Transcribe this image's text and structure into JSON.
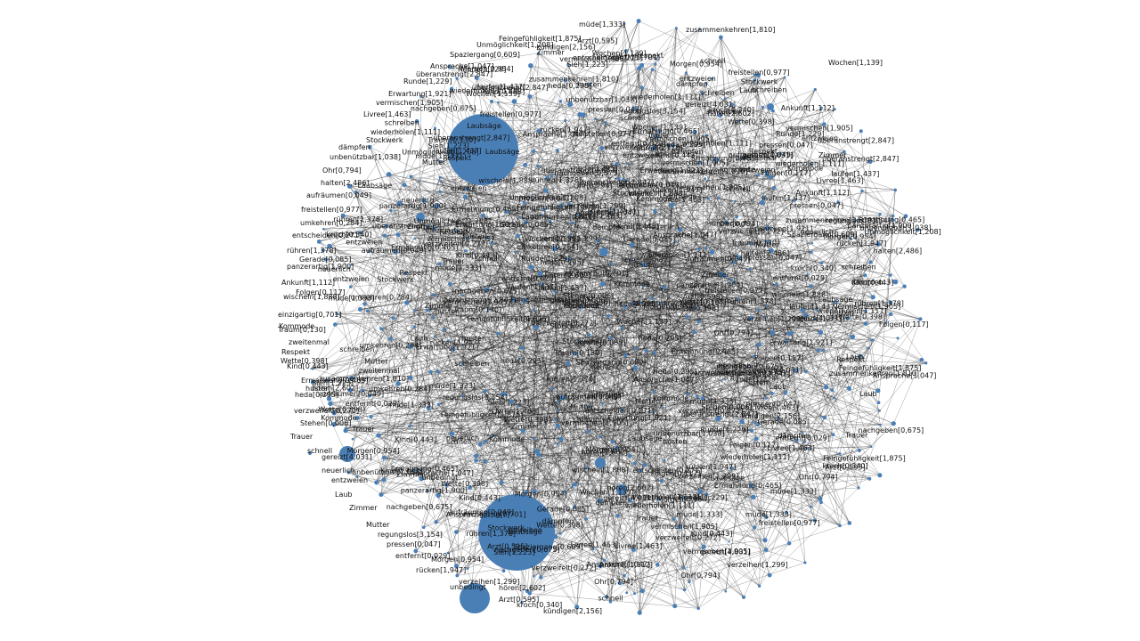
{
  "graph": {
    "node_color": "#4a7fb5",
    "label_color": "#111111",
    "labels": [
      "müde[1,333]",
      "zusammenkehren[1,810]",
      "Feingefühligkeit[1,875]",
      "Unmöglichkeit[1,208]",
      "Spaziergang[0,609]",
      "Ansprache[1,047]",
      "überanstrengt[2,847]",
      "Runde[1,229]",
      "laufen[1,437]",
      "Erwartung[1,921]",
      "vermischen[1,905]",
      "Livree[1,463]",
      "wiederholen[1,111]",
      "Stockwerk",
      "dämpfen",
      "unbenützbar[1,038]",
      "Ohr[0,794]",
      "halten[2,486]",
      "freistellen[0,977]",
      "aufräumen[0,049]",
      "umkehren[0,284]",
      "entscheiden[0,271]",
      "rühren[1,378]",
      "Gerade[0,085]",
      "panzerartig[1,900]",
      "Ankunft[1,112]",
      "Folgen[0,117]",
      "wischeln[1,888]",
      "einzigartig[0,701]",
      "Traum[0,130]",
      "Kommode",
      "zweitenmal",
      "Respekt",
      "Wette[0,398]",
      "Kind[0,443]",
      "Ermahnung[0,465]",
      "husten",
      "heda[0,295]",
      "verzweifelt[0,272]",
      "Stehen[0,006]",
      "Trauer",
      "schnell",
      "gereizt[4,031]",
      "neuerlich",
      "entzweien",
      "Laub",
      "Zimmer",
      "Mutter",
      "regungslos[3,154]",
      "pressen[0,047]",
      "entfernt[0,029]",
      "Morgen[0,954]",
      "rücken[1,947]",
      "verzeihen[1,299]",
      "unbedingt",
      "Arzt[0,595]",
      "kroch[0,340]",
      "kündigen[2,156]",
      "hören[2,602]",
      "schreiben",
      "nachgeben[0,675]",
      "Wochen[1,139]",
      "Laubsäge",
      "Sieh[1,223]"
    ]
  }
}
